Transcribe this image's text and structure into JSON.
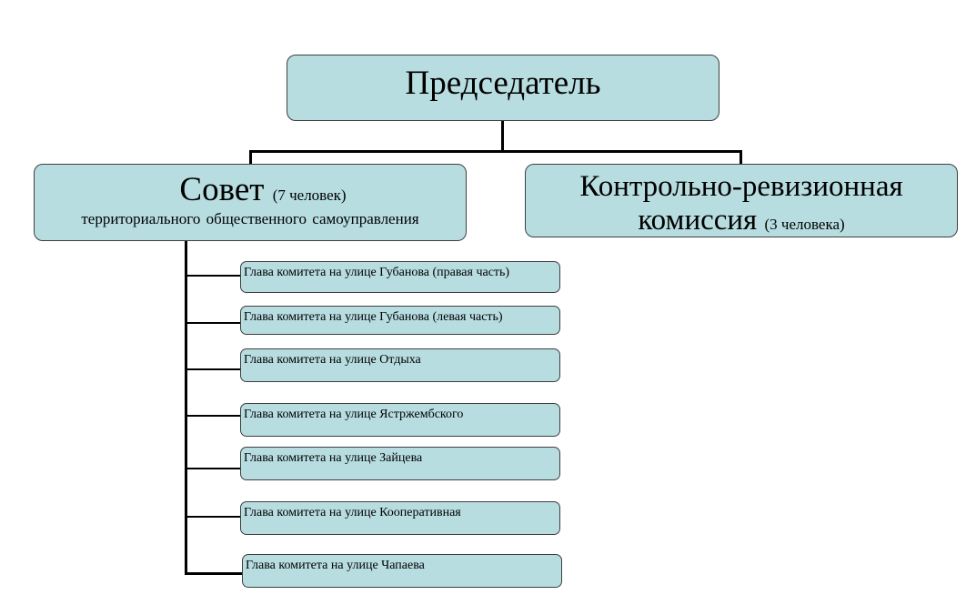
{
  "chairman": {
    "title": "Председатель"
  },
  "council": {
    "title": "Совет",
    "count": "(7 человек)",
    "subtitle": "территориального общественного самоуправления"
  },
  "commission": {
    "title_line1": "Контрольно-ревизионная",
    "title_line2": "комиссия",
    "count": "(3 человека)"
  },
  "committees": [
    {
      "label": "Глава комитета на улице Губанова (правая часть)"
    },
    {
      "label": "Глава комитета на улице Губанова (левая часть)"
    },
    {
      "label": "Глава комитета на улице Отдыха"
    },
    {
      "label": "Глава комитета на улице Ястржембского"
    },
    {
      "label": "Глава комитета на улице Зайцева"
    },
    {
      "label": "Глава комитета на улице Кооперативная"
    },
    {
      "label": "Глава комитета на улице Чапаева"
    }
  ],
  "colors": {
    "box_fill": "#b7dde1",
    "box_border": "#3f3f3f",
    "connector": "#000000"
  }
}
